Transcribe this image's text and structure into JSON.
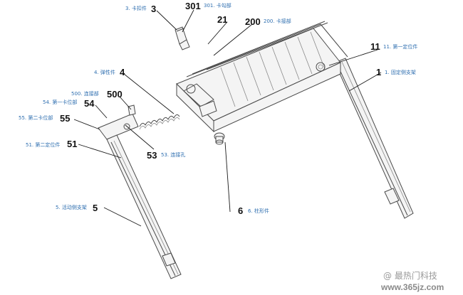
{
  "callouts": [
    {
      "id": "3",
      "number": "3",
      "caption": "3. 卡扣件"
    },
    {
      "id": "301",
      "number": "301",
      "caption": "301. 卡勾部"
    },
    {
      "id": "21",
      "number": "21",
      "caption": ""
    },
    {
      "id": "200",
      "number": "200",
      "caption": "200. 卡接部"
    },
    {
      "id": "11",
      "number": "11",
      "caption": "11. 第一定位件"
    },
    {
      "id": "1",
      "number": "1",
      "caption": "1. 固定侧支架"
    },
    {
      "id": "4",
      "number": "4",
      "caption": "4. 弹性件"
    },
    {
      "id": "500",
      "number": "500",
      "caption": "500. 连接部"
    },
    {
      "id": "54",
      "number": "54",
      "caption": "54. 第一卡位部"
    },
    {
      "id": "55",
      "number": "55",
      "caption": "55. 第二卡位部"
    },
    {
      "id": "51",
      "number": "51",
      "caption": "51. 第二定位件"
    },
    {
      "id": "53",
      "number": "53",
      "caption": "53. 连接孔"
    },
    {
      "id": "6",
      "number": "6",
      "caption": "6. 柱形件"
    },
    {
      "id": "5",
      "number": "5",
      "caption": "5. 活动侧支架"
    }
  ],
  "watermark": {
    "brand": "@ 最热门科技",
    "site": "www.365jz.com"
  }
}
